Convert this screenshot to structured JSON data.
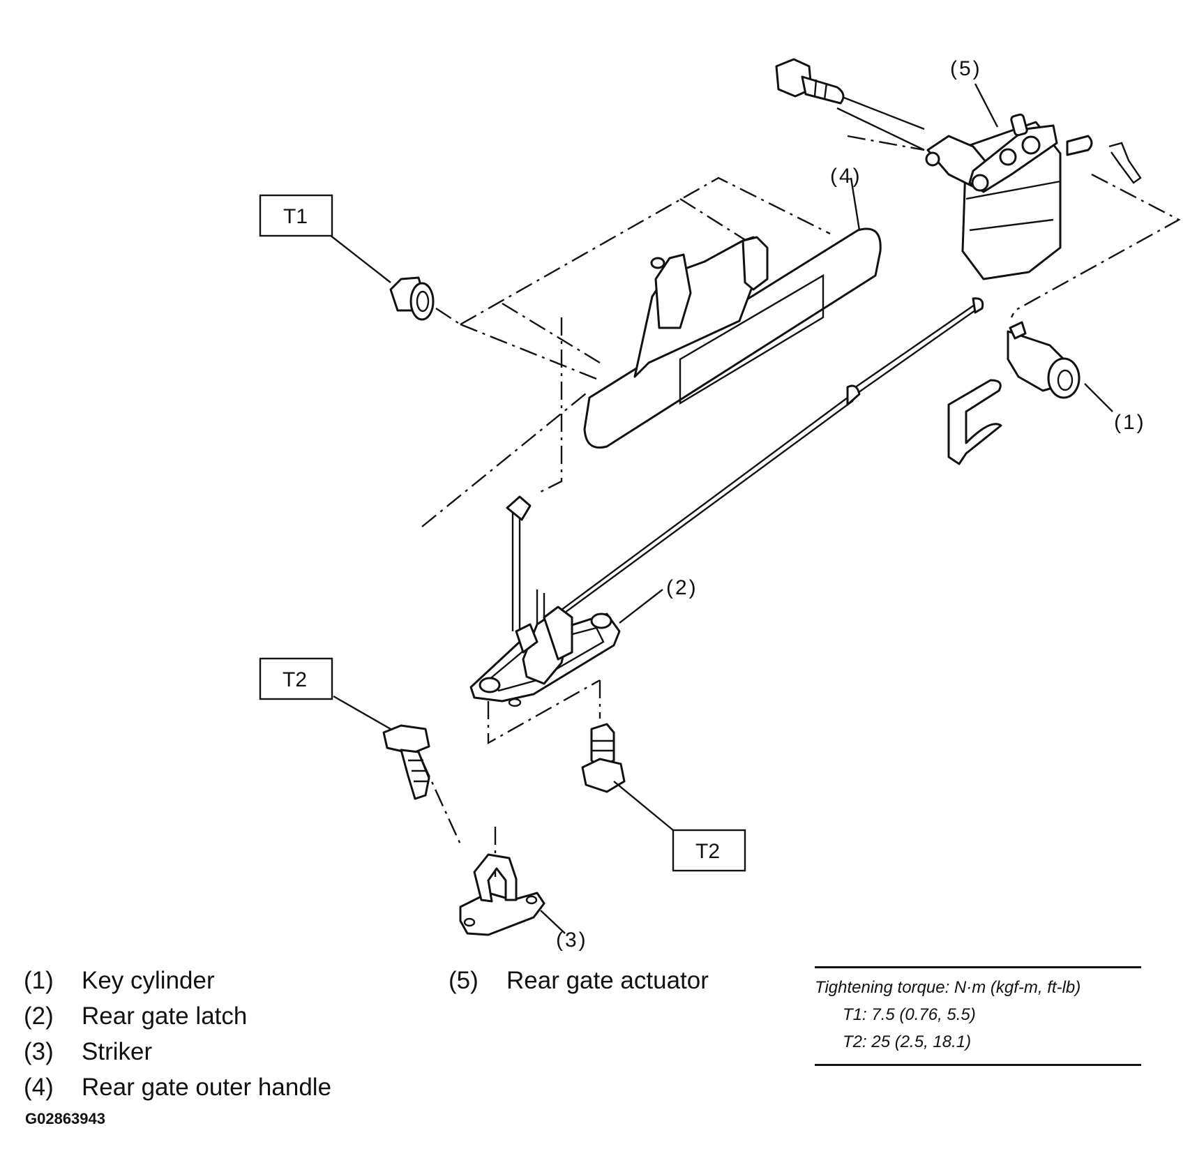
{
  "diagram": {
    "callouts": {
      "c1": "(1)",
      "c2": "(2)",
      "c3": "(3)",
      "c4": "(4)",
      "c5": "(5)"
    },
    "torque_boxes": {
      "t1": "T1",
      "t2_left": "T2",
      "t2_right": "T2"
    }
  },
  "legend": {
    "items": [
      {
        "num": "(1)",
        "label": "Key cylinder"
      },
      {
        "num": "(2)",
        "label": "Rear gate latch"
      },
      {
        "num": "(3)",
        "label": "Striker"
      },
      {
        "num": "(4)",
        "label": "Rear gate outer handle"
      },
      {
        "num": "(5)",
        "label": "Rear gate actuator"
      }
    ]
  },
  "torque_table": {
    "heading": "Tightening torque: N·m (kgf-m, ft-lb)",
    "rows": [
      "T1: 7.5 (0.76, 5.5)",
      "T2: 25 (2.5, 18.1)"
    ]
  },
  "figure_code": "G02863943"
}
